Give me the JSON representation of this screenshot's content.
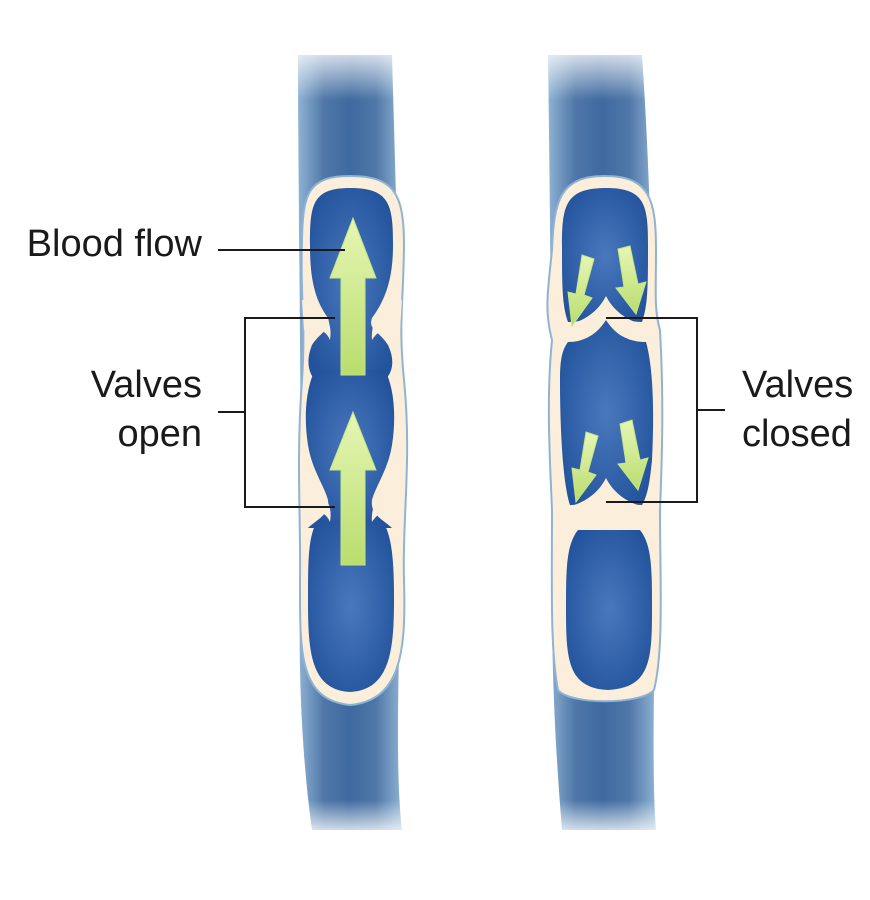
{
  "labels": {
    "blood_flow": "Blood flow",
    "valves_open_line1": "Valves",
    "valves_open_line2": "open",
    "valves_closed_line1": "Valves",
    "valves_closed_line2": "closed"
  },
  "colors": {
    "vein_outer": "#4a6f9e",
    "vein_edge": "#8fb3d3",
    "vessel_wall": "#fbeedb",
    "blood": "#2f63ad",
    "blood_dark": "#1f4c8f",
    "arrow": "#d8ef9a",
    "leader": "#1a1a1a"
  },
  "icons": {
    "flow_up": "arrow-up-icon",
    "flow_down": "arrow-down-icon"
  }
}
